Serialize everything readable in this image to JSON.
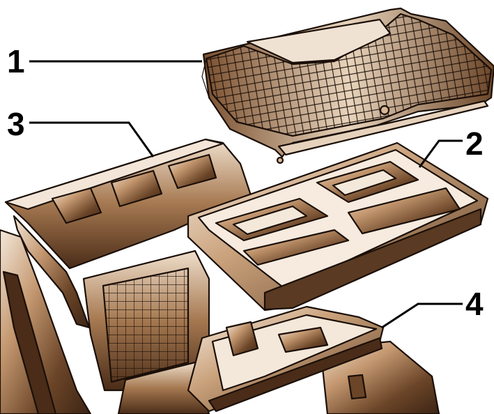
{
  "callouts": [
    {
      "id": "1",
      "label": "1"
    },
    {
      "id": "2",
      "label": "2"
    },
    {
      "id": "3",
      "label": "3"
    },
    {
      "id": "4",
      "label": "4"
    }
  ],
  "colors": {
    "body_dark": "#5a3a22",
    "body_mid": "#8a6040",
    "body_light": "#d8b894",
    "highlight": "#f4e8da",
    "outline": "#1a0f08"
  }
}
